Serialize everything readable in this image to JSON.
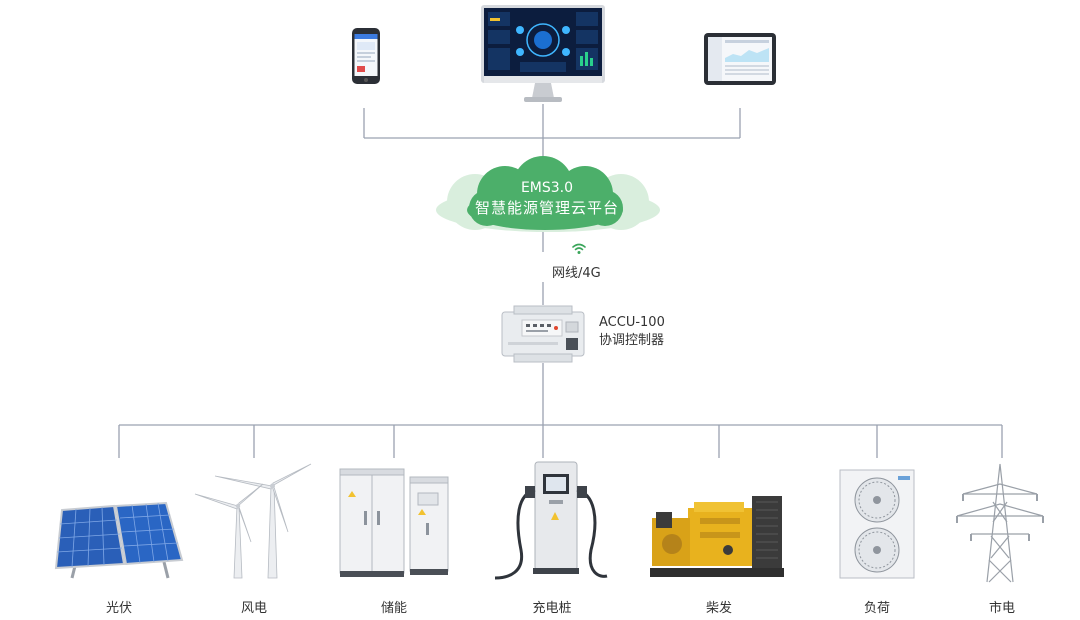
{
  "clients": {
    "items": [
      "mobile",
      "monitor",
      "tablet"
    ]
  },
  "cloud": {
    "line1": "EMS3.0",
    "line2": "智慧能源管理云平台"
  },
  "network": {
    "label": "网线/4G"
  },
  "controller": {
    "model": "ACCU-100",
    "name": "协调控制器"
  },
  "devices": [
    {
      "label": "光伏",
      "icon": "solar-panel-icon"
    },
    {
      "label": "风电",
      "icon": "wind-turbine-icon"
    },
    {
      "label": "储能",
      "icon": "energy-storage-cabinet-icon"
    },
    {
      "label": "充电桩",
      "icon": "charging-pile-icon"
    },
    {
      "label": "柴发",
      "icon": "diesel-generator-icon"
    },
    {
      "label": "负荷",
      "icon": "hvac-unit-icon"
    },
    {
      "label": "市电",
      "icon": "power-tower-icon"
    }
  ],
  "colors": {
    "line": "#9aa2b1",
    "cloud": "#4caf6a",
    "cloud_shadow": "#d7ecdb",
    "wifi": "#3aa55a"
  }
}
